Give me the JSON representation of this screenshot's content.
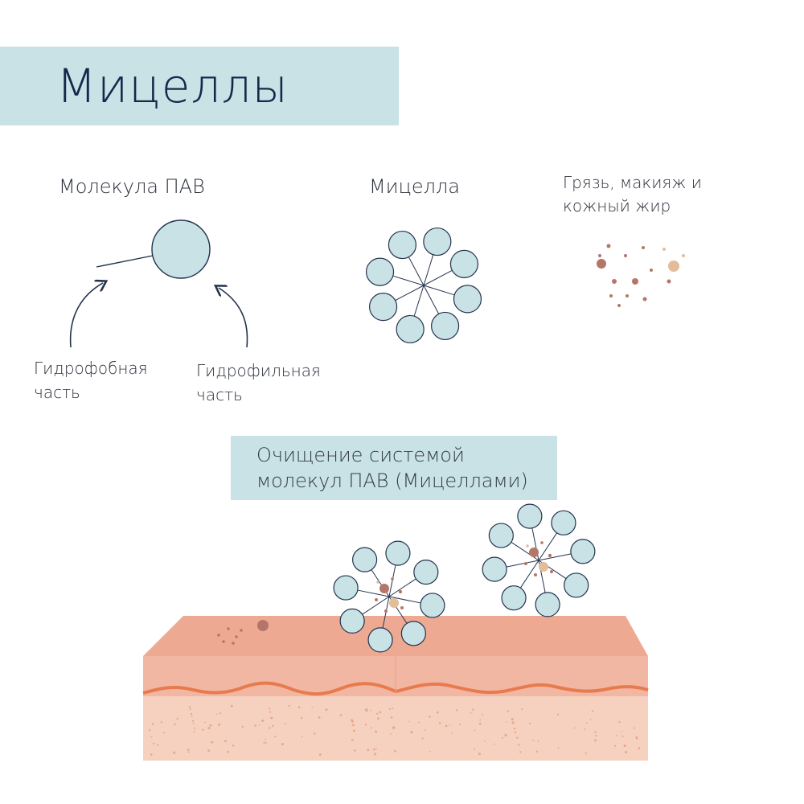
{
  "title": "Мицеллы",
  "labels": {
    "molecule": "Молекула ПАВ",
    "micelle": "Мицелла",
    "dirt_line1": "Грязь, макияж и",
    "dirt_line2": "кожный жир",
    "hydrophobic_line1": "Гидрофобная",
    "hydrophobic_line2": "часть",
    "hydrophilic_line1": "Гидрофильная",
    "hydrophilic_line2": "часть"
  },
  "cleansing": {
    "line1": "Очищение системой",
    "line2": "молекул ПАВ (Мицеллами)"
  },
  "colors": {
    "banner": "#c8e2e6",
    "bubble_fill": "#c8e2e6",
    "outline": "#24334d",
    "skin_top": "#eea992",
    "skin_mid": "#f2b7a3",
    "skin_line": "#e77b4e",
    "skin_lower": "#f6d1bf",
    "dirt_dark": "#b5766a",
    "dirt_light": "#e3bc9a"
  }
}
